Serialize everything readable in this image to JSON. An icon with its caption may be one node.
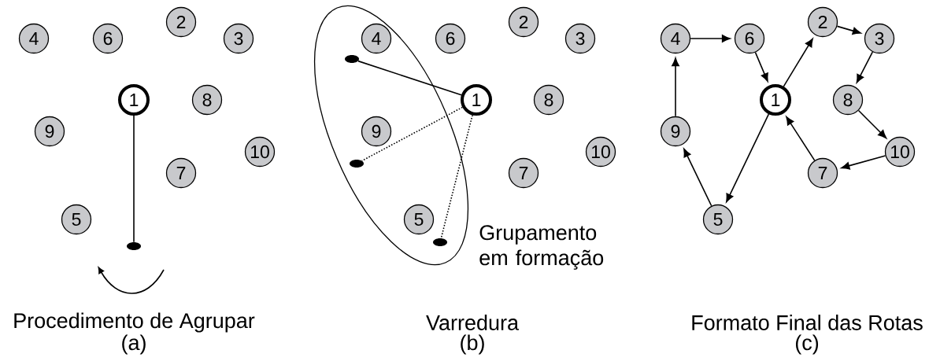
{
  "diagram": {
    "nodes": [
      {
        "text": [
          "4"
        ]
      },
      {
        "text": [
          "6"
        ]
      },
      {
        "text": [
          "2"
        ]
      },
      {
        "text": [
          "3"
        ]
      },
      {
        "text": [
          "1"
        ]
      },
      {
        "text": [
          "8"
        ]
      },
      {
        "text": [
          "9"
        ]
      },
      {
        "text": [
          "10"
        ]
      },
      {
        "text": [
          "7"
        ]
      },
      {
        "text": [
          "5"
        ]
      },
      {
        "text": [],
        "shape": "dot"
      },
      {
        "text": [],
        "shape": "ellipse",
        "beside": [
          "Grupamento em formação"
        ]
      },
      {
        "text": [
          "4"
        ],
        "in": 11
      },
      {
        "text": [
          "6"
        ]
      },
      {
        "text": [
          "2"
        ]
      },
      {
        "text": [
          "3"
        ]
      },
      {
        "text": [],
        "shape": "dot",
        "in": 11
      },
      {
        "text": [
          "1"
        ]
      },
      {
        "text": [
          "8"
        ]
      },
      {
        "text": [
          "9"
        ],
        "in": 11
      },
      {
        "text": [
          "10"
        ]
      },
      {
        "text": [],
        "shape": "dot",
        "in": 11
      },
      {
        "text": [
          "7"
        ]
      },
      {
        "text": [
          "5"
        ],
        "in": 11
      },
      {
        "text": [],
        "shape": "dot",
        "in": 11
      },
      {
        "text": [
          "4"
        ]
      },
      {
        "text": [
          "6"
        ]
      },
      {
        "text": [
          "2"
        ]
      },
      {
        "text": [
          "3"
        ]
      },
      {
        "text": [
          "1"
        ]
      },
      {
        "text": [
          "8"
        ]
      },
      {
        "text": [
          "9"
        ]
      },
      {
        "text": [
          "10"
        ]
      },
      {
        "text": [
          "7"
        ]
      },
      {
        "text": [
          "5"
        ]
      }
    ],
    "edges": [
      {
        "from": 4,
        "to": 10,
        "arrow": "none"
      },
      {
        "from": 16,
        "to": 17,
        "arrow": "none"
      },
      {
        "from": 17,
        "to": 21,
        "arrow": "none",
        "style": "dashed"
      },
      {
        "from": 17,
        "to": 24,
        "arrow": "none",
        "style": "dashed"
      },
      {
        "from": 25,
        "to": 26,
        "arrow": "to"
      },
      {
        "from": 26,
        "to": 29,
        "arrow": "to"
      },
      {
        "from": 29,
        "to": 27,
        "arrow": "to"
      },
      {
        "from": 27,
        "to": 28,
        "arrow": "to"
      },
      {
        "from": 28,
        "to": 30,
        "arrow": "to"
      },
      {
        "from": 30,
        "to": 32,
        "arrow": "to"
      },
      {
        "from": 32,
        "to": 33,
        "arrow": "to"
      },
      {
        "from": 33,
        "to": 29,
        "arrow": "to"
      },
      {
        "from": 29,
        "to": 34,
        "arrow": "to"
      },
      {
        "from": 34,
        "to": 31,
        "arrow": "to"
      },
      {
        "from": 31,
        "to": 25,
        "arrow": "to"
      }
    ],
    "labels": [
      "Procedimento de Agrupar",
      "(a)",
      "Varredura",
      "(b)",
      "Formato Final das Rotas",
      "(c)"
    ]
  }
}
